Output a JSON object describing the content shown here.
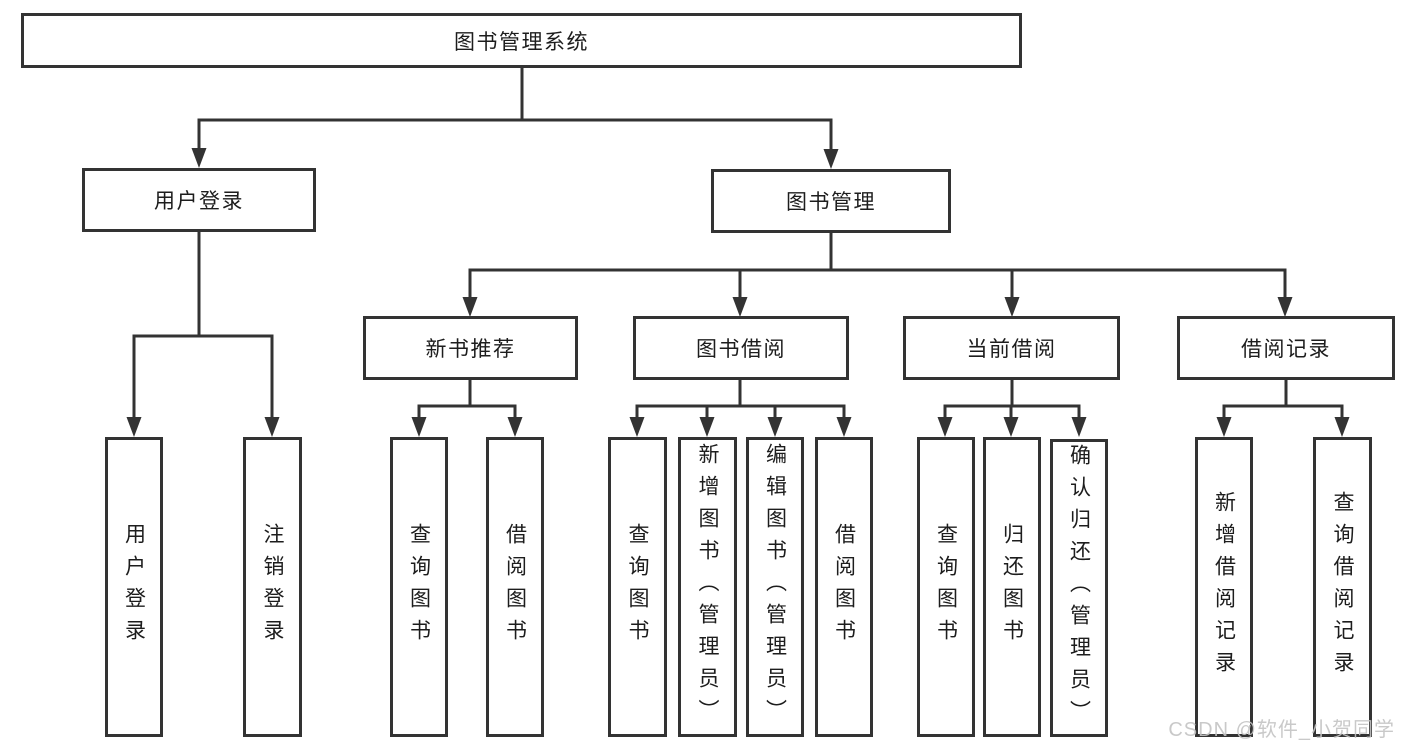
{
  "tree": {
    "root": {
      "label": "图书管理系统"
    },
    "branches": [
      {
        "label": "用户登录",
        "children": [
          {
            "label": "用户登录"
          },
          {
            "label": "注销登录"
          }
        ]
      },
      {
        "label": "图书管理",
        "groups": [
          {
            "label": "新书推荐",
            "children": [
              {
                "label": "查询图书"
              },
              {
                "label": "借阅图书"
              }
            ]
          },
          {
            "label": "图书借阅",
            "children": [
              {
                "label": "查询图书"
              },
              {
                "label": "新增图书（管理员）"
              },
              {
                "label": "编辑图书（管理员）"
              },
              {
                "label": "借阅图书"
              }
            ]
          },
          {
            "label": "当前借阅",
            "children": [
              {
                "label": "查询图书"
              },
              {
                "label": "归还图书"
              },
              {
                "label": "确认归还（管理员）"
              }
            ]
          },
          {
            "label": "借阅记录",
            "children": [
              {
                "label": "新增借阅记录"
              },
              {
                "label": "查询借阅记录"
              }
            ]
          }
        ]
      }
    ]
  },
  "watermark": {
    "text": "CSDN @软件_小贺同学"
  },
  "colors": {
    "line": "#333333",
    "text": "#1d1d1d",
    "background": "#ffffff",
    "watermark_text": "#c4c4c4"
  }
}
